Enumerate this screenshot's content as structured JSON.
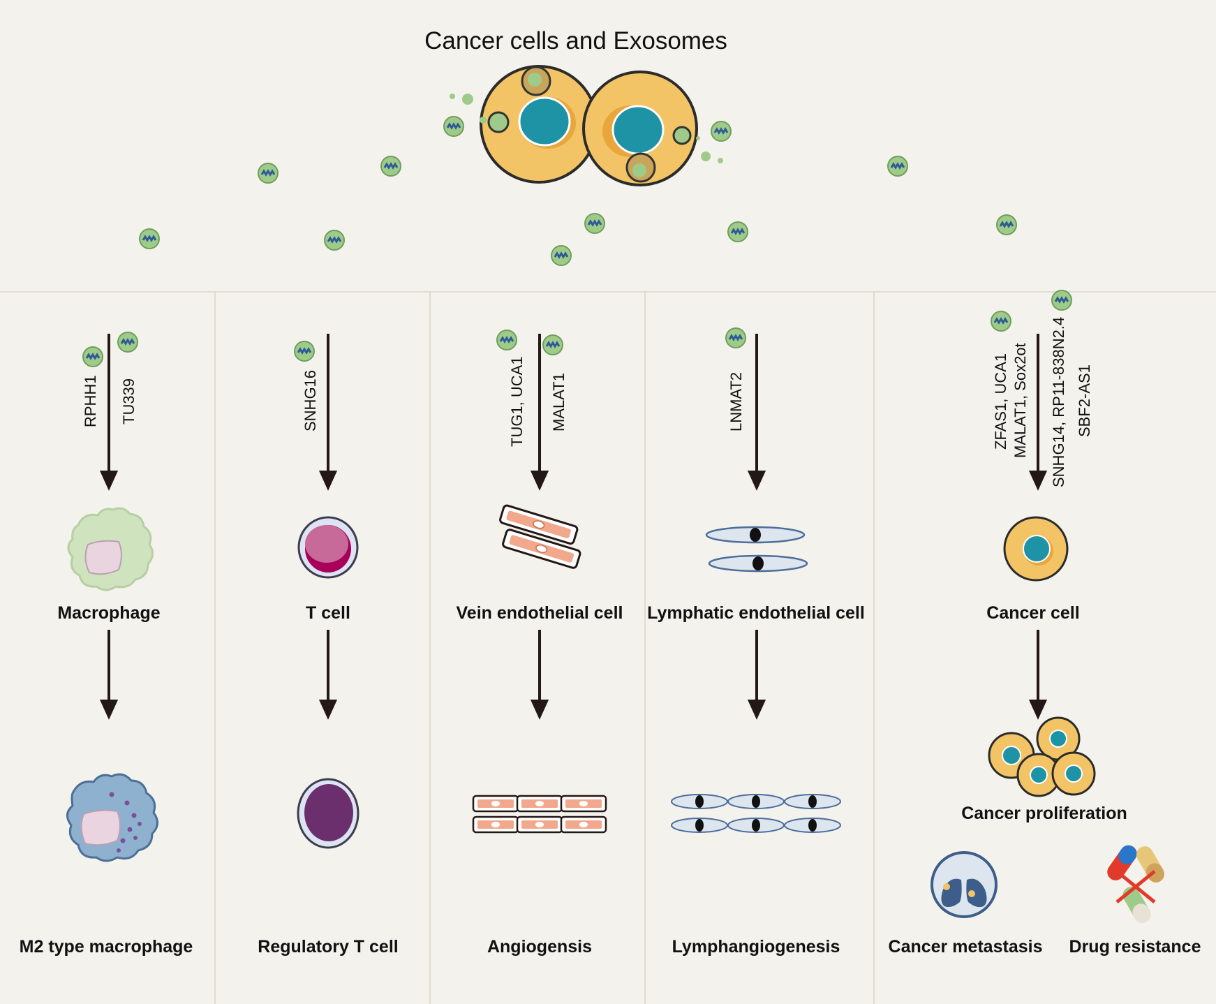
{
  "title": "Cancer cells and Exosomes",
  "colors": {
    "background": "#f4f2ec",
    "exosome_fill": "#9fcb8a",
    "exosome_dna": "#2e5a96",
    "cancer_cell": "#f2c466",
    "nucleus": "#1e93a6",
    "arrow": "#231815"
  },
  "columns": [
    {
      "lncrnas": [
        "RPHH1",
        "TU339"
      ],
      "cell": "Macrophage",
      "outcome": "M2 type macrophage"
    },
    {
      "lncrnas": [
        "SNHG16"
      ],
      "cell": "T cell",
      "outcome": "Regulatory T cell"
    },
    {
      "lncrnas": [
        "TUG1, UCA1",
        "MALAT1"
      ],
      "cell": "Vein endothelial cell",
      "outcome": "Angiogensis"
    },
    {
      "lncrnas": [
        "LNMAT2"
      ],
      "cell": "Lymphatic endothelial cell",
      "outcome": "Lymphangiogenesis"
    },
    {
      "lncrnas": [
        "ZFAS1, UCA1",
        "MALAT1, Sox2ot",
        "SNHG14, RP11-838N2.4",
        "SBF2-AS1"
      ],
      "cell": "Cancer cell",
      "intermediate": "Cancer proliferation",
      "outcomes": [
        "Cancer metastasis",
        "Drug resistance"
      ]
    }
  ]
}
